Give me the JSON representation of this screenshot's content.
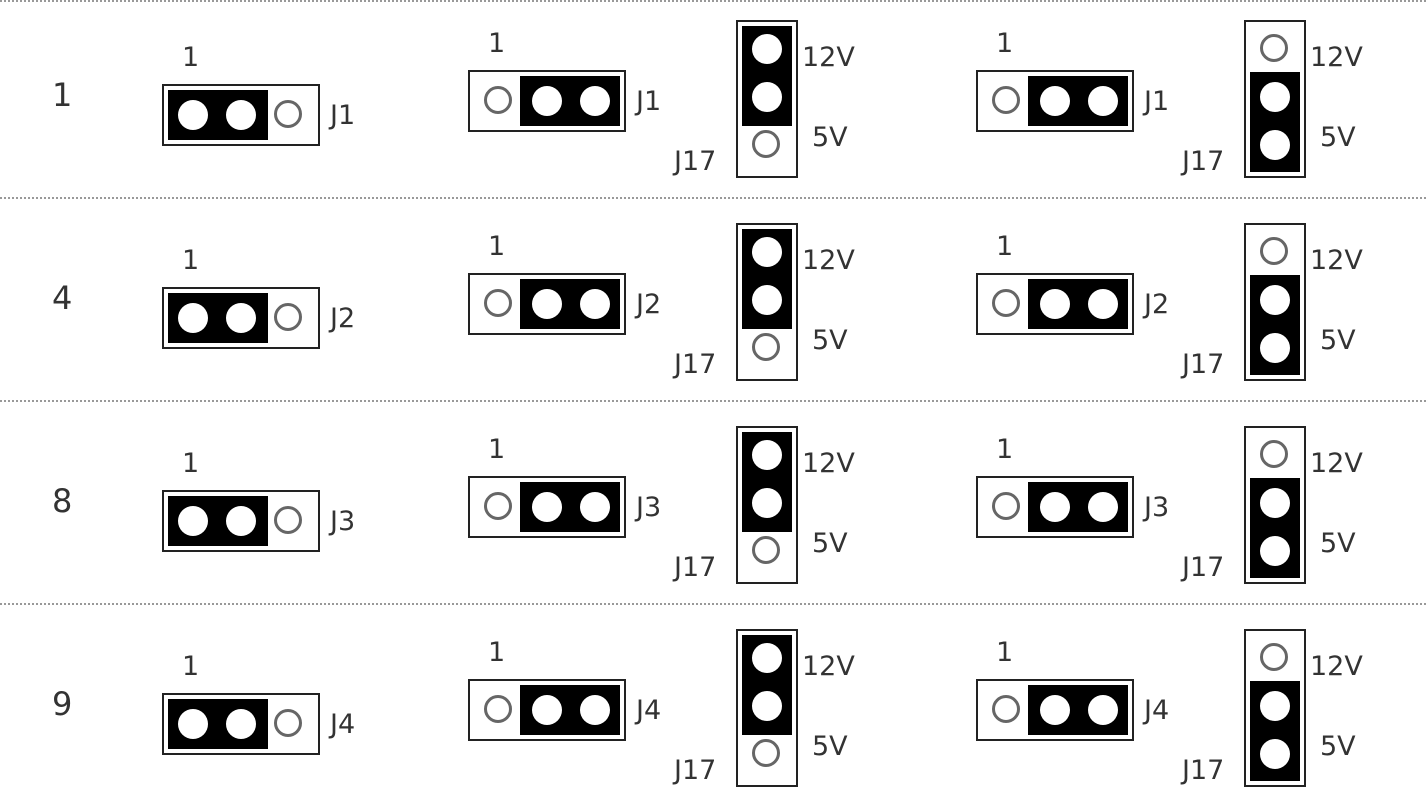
{
  "rows": [
    {
      "number": "1",
      "jumper": "J1"
    },
    {
      "number": "4",
      "jumper": "J2"
    },
    {
      "number": "8",
      "jumper": "J3"
    },
    {
      "number": "9",
      "jumper": "J4"
    }
  ],
  "labels": {
    "pin_one": "1",
    "power_jumper": "J17",
    "volt_12": "12V",
    "volt_5": "5V"
  },
  "configs": [
    {
      "horizontal_cap": "pins-1-2",
      "vertical": false
    },
    {
      "horizontal_cap": "pins-2-3",
      "vertical": true,
      "vertical_cap": "12V"
    },
    {
      "horizontal_cap": "pins-2-3",
      "vertical": true,
      "vertical_cap": "5V"
    }
  ],
  "colors": {
    "cap": "#000000",
    "pin_open": "#666666",
    "separator": "#999999"
  }
}
